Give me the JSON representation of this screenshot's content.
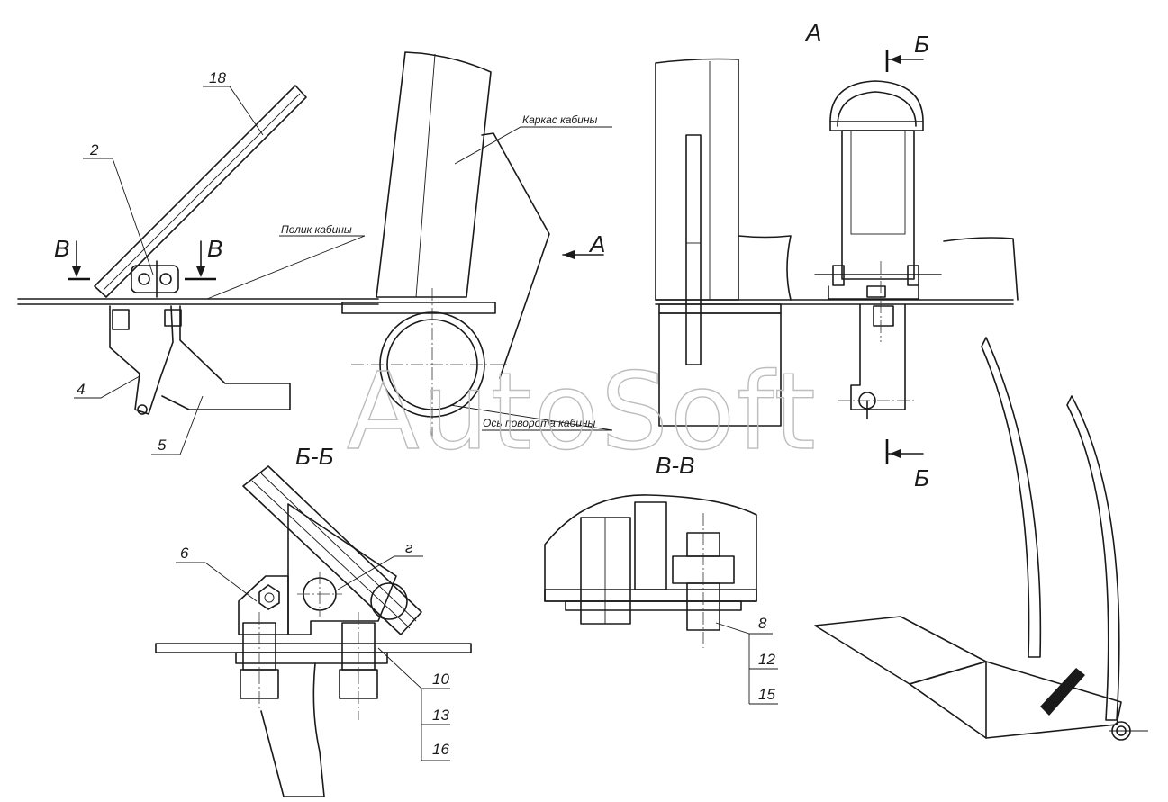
{
  "watermark": "AutoSoft",
  "labels": {
    "cab_frame": "Каркас кабины",
    "cab_floor": "Полик кабины",
    "cab_axis": "Ось поворота кабины"
  },
  "views": {
    "view_a": "А",
    "section_bb": "Б-Б",
    "section_vv": "В-В",
    "cut_b_top": "Б",
    "cut_b_bottom": "Б",
    "cut_v_left": "В",
    "cut_v_right": "В",
    "arrow_a": "А",
    "detail_g": "г"
  },
  "callouts": {
    "p2": "2",
    "p4": "4",
    "p5": "5",
    "p6": "6",
    "p8": "8",
    "p10": "10",
    "p12": "12",
    "p13": "13",
    "p15": "15",
    "p16": "16",
    "p18": "18"
  }
}
